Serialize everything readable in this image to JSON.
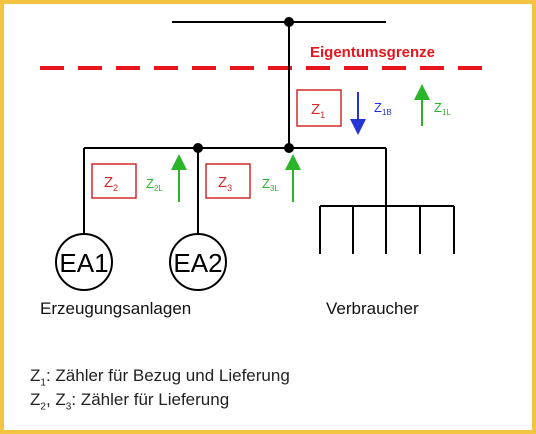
{
  "boundary_label": "Eigentumsgrenze",
  "meters": [
    {
      "name": "Z",
      "sub": "1"
    },
    {
      "name": "Z",
      "sub": "2"
    },
    {
      "name": "Z",
      "sub": "3"
    }
  ],
  "flows": {
    "z1b": {
      "name": "Z",
      "sub": "1B"
    },
    "z1l": {
      "name": "Z",
      "sub": "1L"
    },
    "z2l": {
      "name": "Z",
      "sub": "2L"
    },
    "z3l": {
      "name": "Z",
      "sub": "3L"
    }
  },
  "generators": [
    "EA1",
    "EA2"
  ],
  "generators_label": "Erzeugungsanlagen",
  "consumers_label": "Verbraucher",
  "legend": [
    {
      "prefix": "Z",
      "sub1": "1",
      "mid": "",
      "sub2": "",
      "text": ": Zähler für Bezug und Lieferung"
    },
    {
      "prefix": "Z",
      "sub1": "2",
      "mid": ", Z",
      "sub2": "3",
      "text": ": Zähler für Lieferung"
    }
  ],
  "colors": {
    "frame": "#f5c342",
    "boundary": "#e8141b",
    "meter_box": "#d22a2a",
    "bezug_arrow": "#2433d6",
    "lieferung_arrow": "#2bb52b",
    "lines": "#000000"
  }
}
